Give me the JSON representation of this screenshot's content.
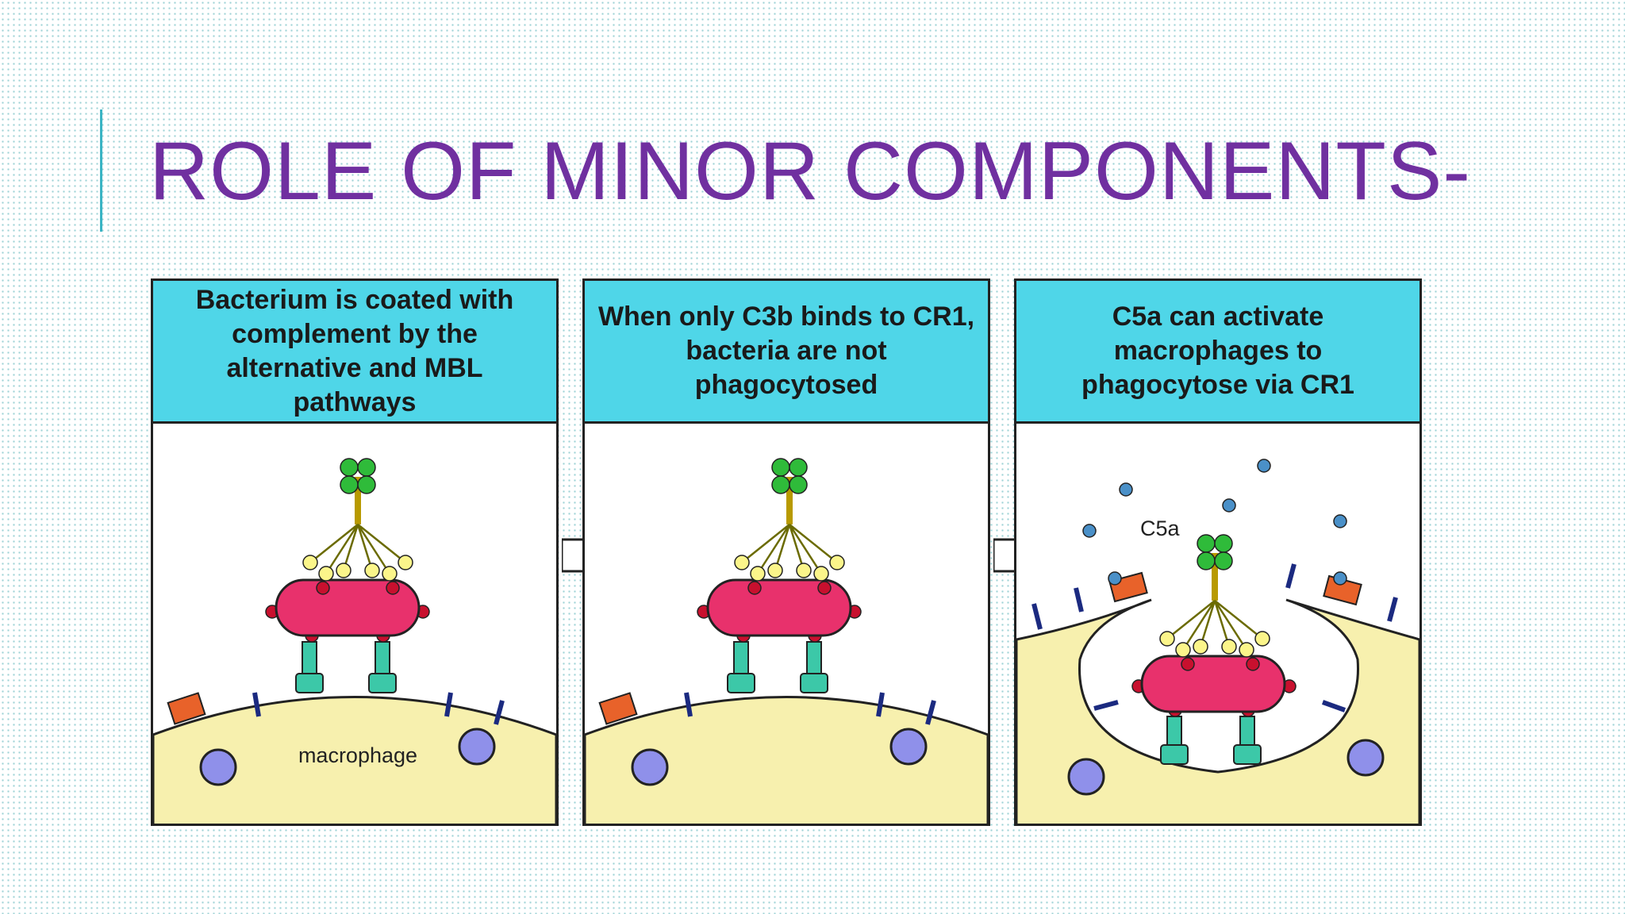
{
  "slide": {
    "title": "ROLE OF MINOR COMPONENTS-"
  },
  "figure": {
    "panels": [
      {
        "caption": "Bacterium is coated with complement by the alternative and MBL pathways",
        "label": "macrophage"
      },
      {
        "caption": "When only C3b binds to CR1, bacteria are not phagocytosed"
      },
      {
        "caption": "C5a can activate macrophages to phagocytose via CR1",
        "label": "C5a"
      }
    ]
  },
  "colors": {
    "title": "#7030a0",
    "caption_bg": "#4fd6e8",
    "macrophage": "#f7f0ae",
    "bacterium": "#e8316c",
    "receptor": "#3cc8a8",
    "granule": "#8f90ea",
    "c5a": "#4a90c8"
  }
}
